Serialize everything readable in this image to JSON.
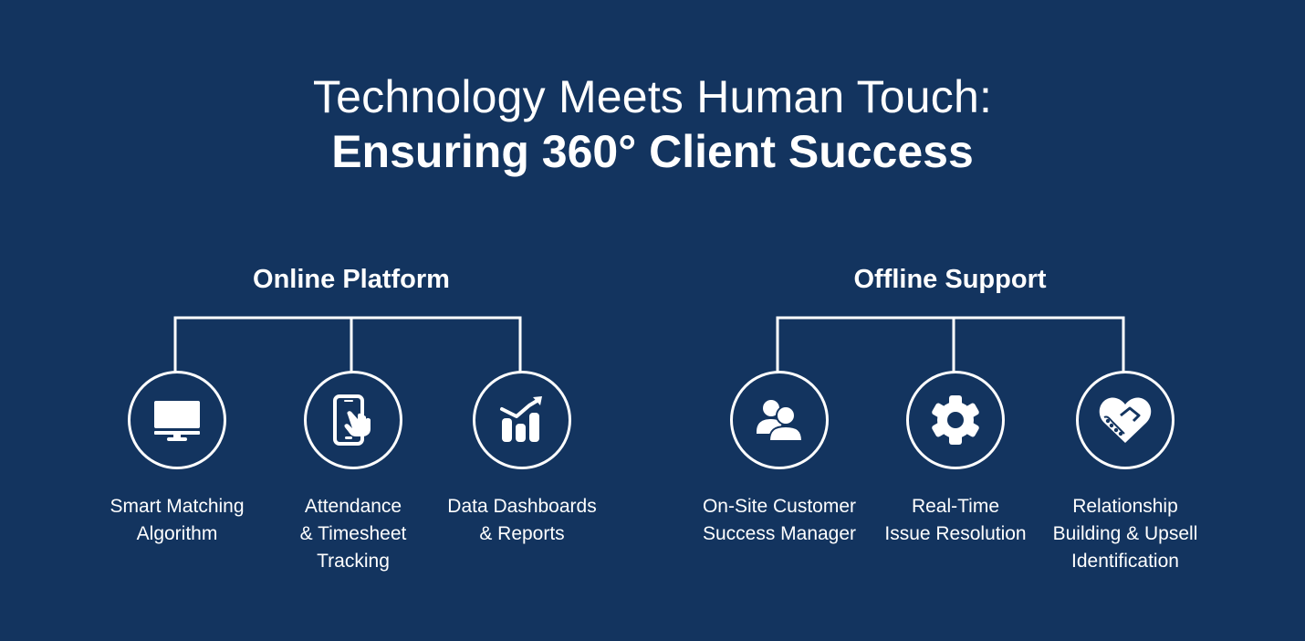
{
  "title": {
    "line1": "Technology Meets Human Touch:",
    "line2": "Ensuring 360° Client Success"
  },
  "colors": {
    "background": "#13345F",
    "foreground": "#FFFFFF"
  },
  "sections": [
    {
      "title": "Online Platform",
      "items": [
        {
          "icon": "monitor-icon",
          "label_lines": [
            "Smart Matching",
            "Algorithm"
          ]
        },
        {
          "icon": "mobile-touch-icon",
          "label_lines": [
            "Attendance",
            "& Timesheet",
            "Tracking"
          ]
        },
        {
          "icon": "chart-growth-icon",
          "label_lines": [
            "Data Dashboards",
            "& Reports"
          ]
        }
      ]
    },
    {
      "title": "Offline Support",
      "items": [
        {
          "icon": "users-icon",
          "label_lines": [
            "On-Site Customer",
            "Success Manager"
          ]
        },
        {
          "icon": "gear-icon",
          "label_lines": [
            "Real-Time",
            "Issue Resolution"
          ]
        },
        {
          "icon": "handshake-heart-icon",
          "label_lines": [
            "Relationship",
            "Building & Upsell",
            "Identification"
          ]
        }
      ]
    }
  ]
}
